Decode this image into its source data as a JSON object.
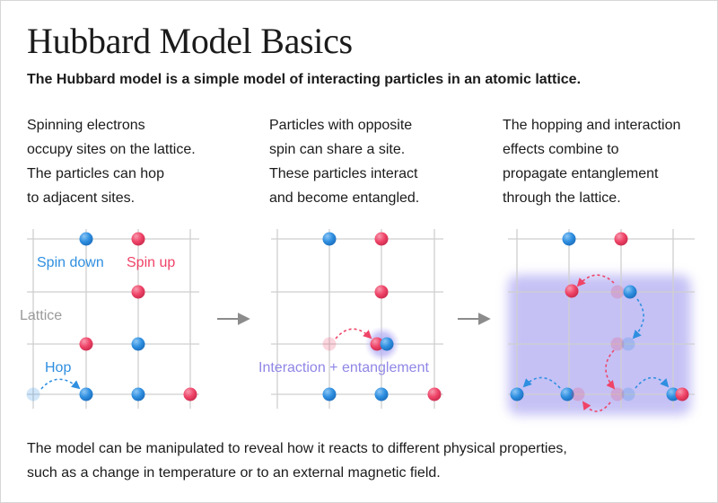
{
  "title": "Hubbard Model Basics",
  "subtitle": "The Hubbard model is a simple model of interacting particles in an atomic lattice.",
  "columns": [
    {
      "lines": [
        "Spinning electrons",
        "occupy sites on the lattice.",
        "The particles can hop",
        "to adjacent sites."
      ]
    },
    {
      "lines": [
        "Particles with opposite",
        "spin can share a site.",
        "These particles interact",
        "and become entangled."
      ]
    },
    {
      "lines": [
        "The hopping and interaction",
        "effects combine to",
        "propagate entanglement",
        "through the lattice."
      ]
    }
  ],
  "labels": {
    "spin_down": "Spin down",
    "spin_up": "Spin up",
    "lattice": "Lattice",
    "hop": "Hop",
    "interaction": "Interaction + entanglement"
  },
  "footer": {
    "lines": [
      "The model can be manipulated to reveal how it reacts to different physical properties,",
      "such as a change in temperature or to an external magnetic field."
    ]
  },
  "colors": {
    "spin_down": "#2f8fe0",
    "spin_up": "#ef4468",
    "lattice": "#cfcfcf",
    "lattice_label": "#9a9a9a",
    "entanglement": "#8f86e6",
    "entanglement_fill": "#bcb7f4",
    "arrow": "#8c8c8c"
  }
}
